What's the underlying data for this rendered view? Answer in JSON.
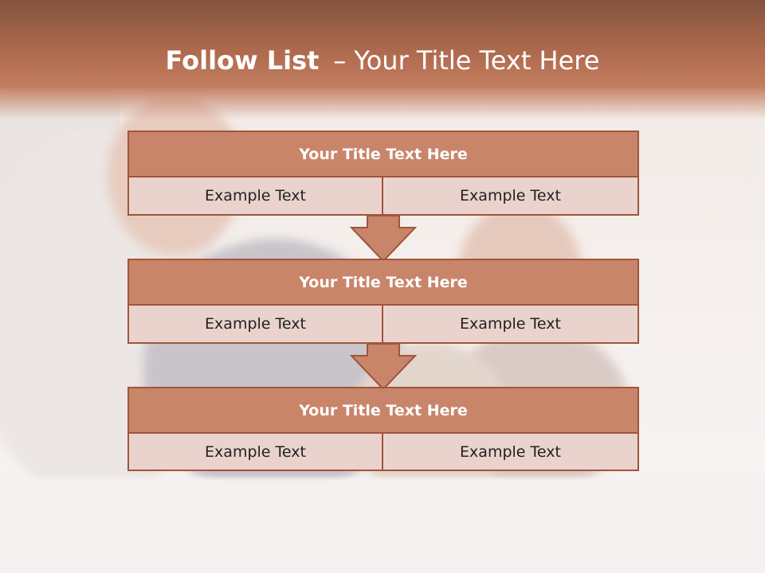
{
  "slide": {
    "title_bold": "Follow List",
    "title_dash": "–",
    "title_rest": "Your Title Text Here"
  },
  "blocks": [
    {
      "title": "Your Title Text Here",
      "left": "Example Text",
      "right": "Example Text"
    },
    {
      "title": "Your Title Text Here",
      "left": "Example Text",
      "right": "Example Text"
    },
    {
      "title": "Your Title Text Here",
      "left": "Example Text",
      "right": "Example Text"
    }
  ],
  "colors": {
    "header": "#b06b4f",
    "box_title_fill": "#c8856a",
    "box_cell_fill": "#ead3cd",
    "border": "#a0553c"
  }
}
